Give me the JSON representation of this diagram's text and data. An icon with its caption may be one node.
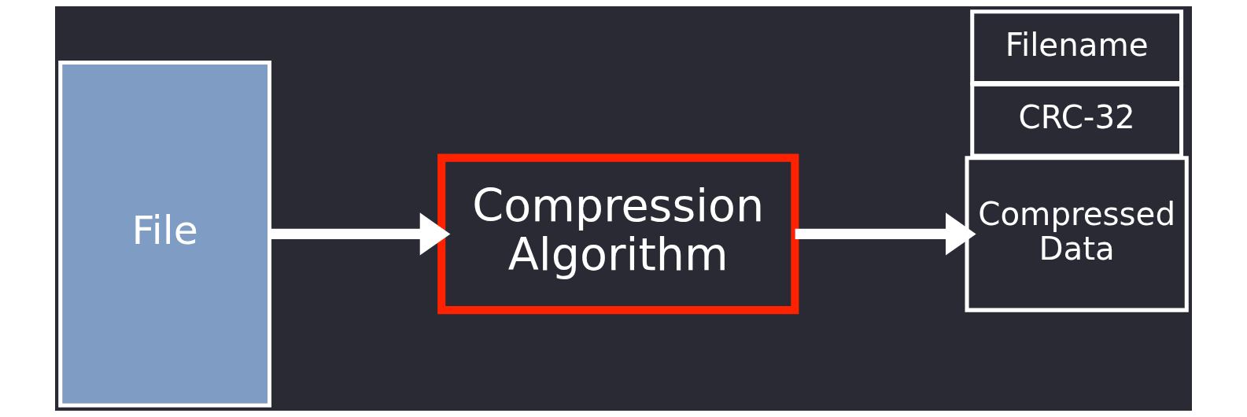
{
  "diagram": {
    "nodes": [
      {
        "text": [
          "File"
        ]
      },
      {
        "text": [
          "Compression Algorithm"
        ]
      },
      {
        "text": [
          "CRC-32"
        ]
      },
      {
        "text": [
          "Filename"
        ]
      },
      {
        "text": [
          "Compressed Data"
        ]
      }
    ],
    "edges": [
      {
        "from": 0,
        "to": 1,
        "arrow": "to"
      },
      {
        "from": 1,
        "to": 4,
        "arrow": "to"
      }
    ]
  }
}
